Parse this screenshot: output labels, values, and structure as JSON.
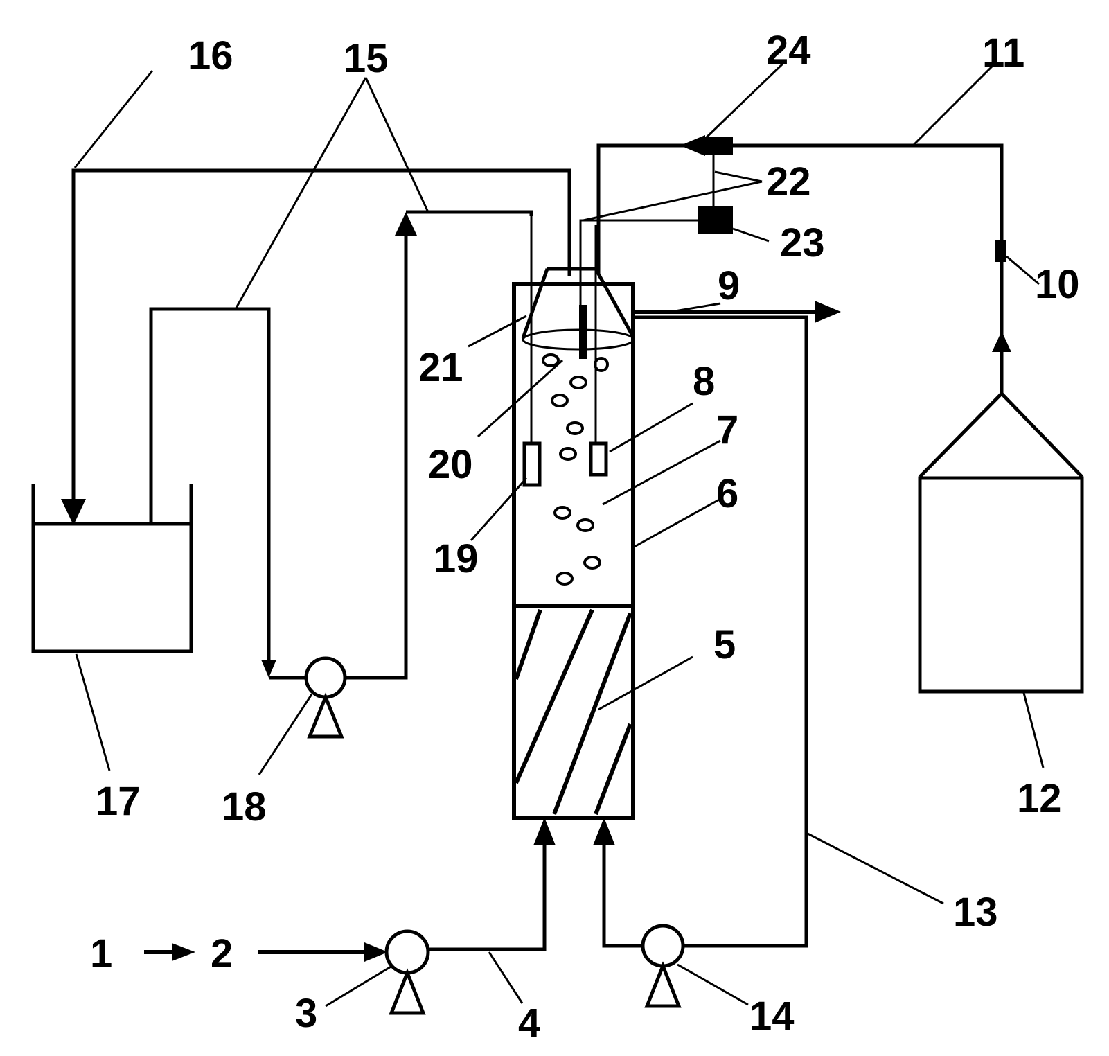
{
  "labels": {
    "l1": "1",
    "l2": "2",
    "l3": "3",
    "l4": "4",
    "l5": "5",
    "l6": "6",
    "l7": "7",
    "l8": "8",
    "l9": "9",
    "l10": "10",
    "l11": "11",
    "l12": "12",
    "l13": "13",
    "l14": "14",
    "l15": "15",
    "l16": "16",
    "l17": "17",
    "l18": "18",
    "l19": "19",
    "l20": "20",
    "l21": "21",
    "l22": "22",
    "l23": "23",
    "l24": "24"
  }
}
